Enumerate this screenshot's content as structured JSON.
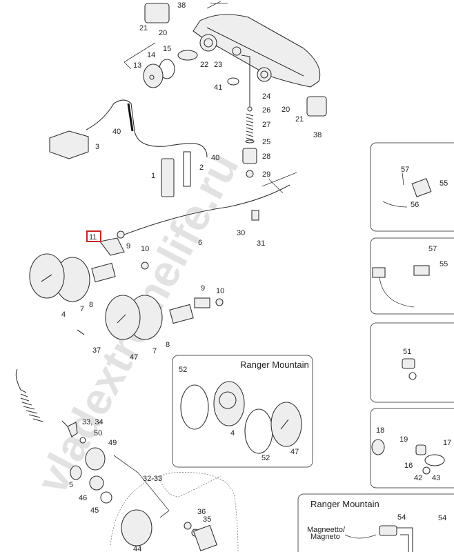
{
  "diagram": {
    "watermark": "vladextremelife.ru",
    "highlight_color": "#cc2222",
    "panels": {
      "ranger_mountain_gauges": "Ranger Mountain",
      "ranger_mountain_magneto": "Ranger Mountain"
    },
    "magneto_line1": "Magneetto/",
    "magneto_line2": "Magneto",
    "callouts": [
      "38",
      "21",
      "20",
      "15",
      "14",
      "13",
      "22",
      "23",
      "41",
      "24",
      "26",
      "20",
      "21",
      "27",
      "38",
      "40",
      "3",
      "25",
      "40",
      "28",
      "2",
      "1",
      "29",
      "30",
      "6",
      "31",
      "11",
      "9",
      "10",
      "4",
      "7",
      "8",
      "9",
      "10",
      "37",
      "47",
      "7",
      "8",
      "52",
      "4",
      "52",
      "47",
      "51",
      "57",
      "55",
      "56",
      "57",
      "55",
      "18",
      "19",
      "17",
      "16",
      "42",
      "43",
      "33, 34",
      "50",
      "49",
      "5",
      "46",
      "32-33",
      "45",
      "36",
      "35",
      "44",
      "54",
      "54"
    ]
  }
}
